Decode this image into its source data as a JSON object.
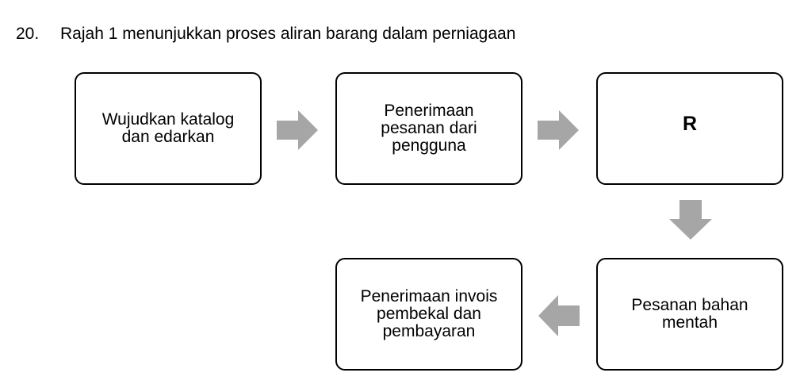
{
  "question": {
    "number": "20.",
    "text": "Rajah 1 menunjukkan proses aliran barang dalam perniagaan"
  },
  "flow": {
    "box_1": "Wujudkan katalog dan edarkan",
    "box_2": "Penerimaan pesanan dari pengguna",
    "box_3": "R",
    "box_4": "Pesanan bahan mentah",
    "box_5": "Penerimaan invois pembekal dan pembayaran"
  },
  "arrows": {
    "color": "#a6a6a6",
    "sequence": [
      "right",
      "right",
      "down",
      "left"
    ]
  },
  "colors": {
    "text": "#000000",
    "border": "#000000",
    "background": "#ffffff"
  }
}
